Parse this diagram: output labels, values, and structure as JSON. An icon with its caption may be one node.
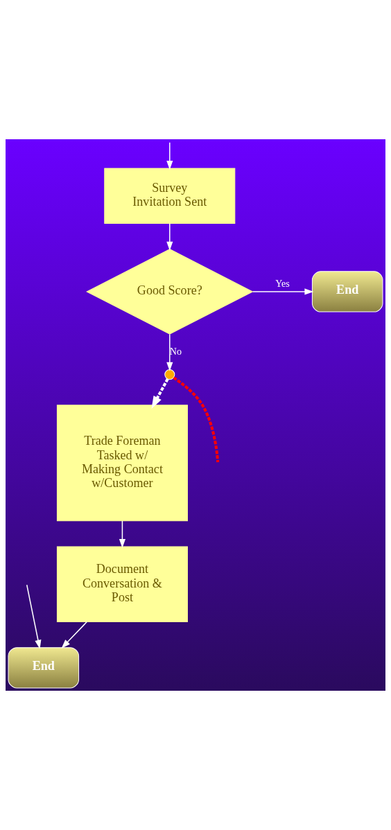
{
  "diagram": {
    "nodes": [
      {
        "text": [
          "Survey Invitation Sent"
        ]
      },
      {
        "text": [
          "Good Score?"
        ]
      },
      {
        "text": [
          "End"
        ]
      },
      {
        "text": [],
        "shape": "circle"
      },
      {
        "text": [
          "Trade Foreman Tasked w/ Making Contact w/Customer"
        ]
      },
      {
        "text": [
          "Document Conversation & Post"
        ]
      },
      {
        "text": [
          "End"
        ]
      }
    ],
    "edges": [
      {
        "from": 0,
        "to": 1,
        "arrow": "to"
      },
      {
        "from": 1,
        "to": 2,
        "arrow": "to",
        "label": "Yes"
      },
      {
        "from": 1,
        "to": 3,
        "arrow": "to",
        "label": "No"
      },
      {
        "from": 3,
        "to": 4,
        "arrow": "to",
        "style": "dashed"
      },
      {
        "from": 3,
        "to": null,
        "arrow": "none",
        "style": "dashed",
        "color": "#ff0000"
      },
      {
        "from": null,
        "to": 0,
        "arrow": "to"
      },
      {
        "from": 4,
        "to": 5,
        "arrow": "to"
      },
      {
        "from": 5,
        "to": 6,
        "arrow": "to"
      },
      {
        "from": null,
        "to": 6,
        "arrow": "to"
      }
    ]
  }
}
